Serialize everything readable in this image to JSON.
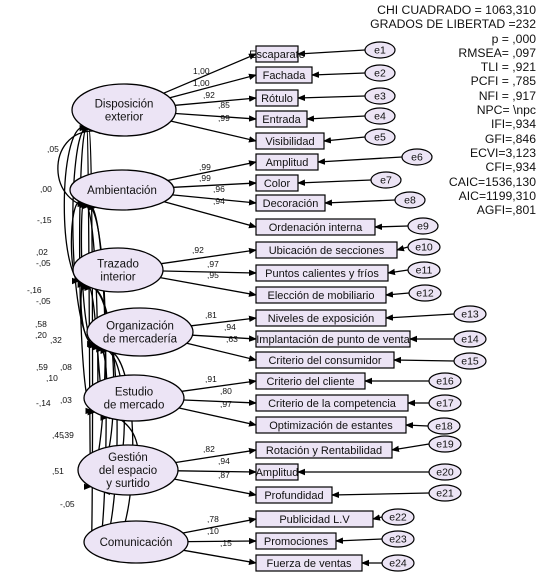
{
  "stats": [
    "CHI CUADRADO = 1063,310",
    "GRADOS DE LIBERTAD =232",
    "p = ,000",
    "RMSEA= ,097",
    "TLI = ,921",
    "PCFI = ,785",
    "NFI = ,917",
    "NPC= \\npc",
    "IFI=,934",
    "GFI=,846",
    "ECVI=3,123",
    "CFI=,934",
    "CAIC=1536,130",
    "AIC=1199,310",
    "AGFI=,801"
  ],
  "factors": [
    {
      "lines": [
        "Disposición",
        "exterior"
      ],
      "indicators": [
        {
          "label": "Escaparate",
          "error": "e1",
          "loading": "1,00"
        },
        {
          "label": "Fachada",
          "error": "e2",
          "loading": "1,00"
        },
        {
          "label": "Rótulo",
          "error": "e3",
          "loading": ",92"
        },
        {
          "label": "Entrada",
          "error": "e4",
          "loading": ",85"
        },
        {
          "label": "Visibilidad",
          "error": "e5",
          "loading": ",99"
        }
      ]
    },
    {
      "lines": [
        "Ambientación"
      ],
      "indicators": [
        {
          "label": "Amplitud",
          "error": "e6",
          "loading": ",99"
        },
        {
          "label": "Color",
          "error": "e7",
          "loading": ",99"
        },
        {
          "label": "Decoración",
          "error": "e8",
          "loading": ",96"
        },
        {
          "label": "Ordenación interna",
          "error": "e9",
          "loading": ",94"
        }
      ]
    },
    {
      "lines": [
        "Trazado",
        "interior"
      ],
      "indicators": [
        {
          "label": "Ubicación de secciones",
          "error": "e10",
          "loading": ",92"
        },
        {
          "label": "Puntos calientes y fríos",
          "error": "e11",
          "loading": ",97"
        },
        {
          "label": "Elección de mobiliario",
          "error": "e12",
          "loading": ",95"
        }
      ]
    },
    {
      "lines": [
        "Organización",
        "de mercadería"
      ],
      "indicators": [
        {
          "label": "Niveles de exposición",
          "error": "e13",
          "loading": ",81"
        },
        {
          "label": "Implantación de punto de venta",
          "error": "e14",
          "loading": ",94"
        },
        {
          "label": "Criterio del consumidor",
          "error": "e15",
          "loading": ",63"
        }
      ]
    },
    {
      "lines": [
        "Estudio",
        "de mercado"
      ],
      "indicators": [
        {
          "label": "Criterio del cliente",
          "error": "e16",
          "loading": ",91"
        },
        {
          "label": "Criterio de la competencia",
          "error": "e17",
          "loading": ",80"
        },
        {
          "label": "Optimización de estantes",
          "error": "e18",
          "loading": ",97"
        }
      ]
    },
    {
      "lines": [
        "Gestión",
        "del espacio",
        "y surtido"
      ],
      "indicators": [
        {
          "label": "Rotación y Rentabilidad",
          "error": "e19",
          "loading": ",82"
        },
        {
          "label": "Amplitud",
          "error": "e20",
          "loading": ",94"
        },
        {
          "label": "Profundidad",
          "error": "e21",
          "loading": ",87"
        }
      ]
    },
    {
      "lines": [
        "Comunicación"
      ],
      "indicators": [
        {
          "label": "Publicidad L.V",
          "error": "e22",
          "loading": ",78"
        },
        {
          "label": "Promociones",
          "error": "e23",
          "loading": ",10"
        },
        {
          "label": "Fuerza de ventas",
          "error": "e24",
          "loading": ",15"
        }
      ]
    }
  ],
  "correlations": [
    ",05",
    ",00",
    "-,15",
    ",02",
    "-,05",
    "-,16",
    "-,05",
    ",58",
    ",20",
    ",32",
    ",59",
    ",10",
    ",08",
    "-,14",
    ",03",
    ",45",
    ",39",
    ",51",
    "-,05"
  ]
}
